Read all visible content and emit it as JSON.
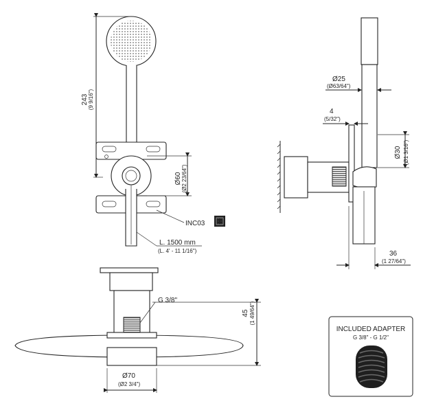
{
  "dimensions": {
    "height_mm": "243",
    "height_in": "(9 9/16\")",
    "diameter60_mm": "Ø60",
    "diameter60_in": "(Ø2 23/64\")",
    "hose_mm": "L. 1500 mm",
    "hose_in": "(L. 4' - 11 1/16\")",
    "code": "INC03",
    "diameter25_mm": "Ø25",
    "diameter25_in": "(Ø63/64\")",
    "offset4_mm": "4",
    "offset4_in": "(5/32\")",
    "diameter30_mm": "Ø30",
    "diameter30_in": "(Ø1 3/16\")",
    "depth36_mm": "36",
    "depth36_in": "(1 27/64\")",
    "thread": "G 3/8\"",
    "height45_mm": "45",
    "height45_in": "(1 49/64\")",
    "diameter70_mm": "Ø70",
    "diameter70_in": "(Ø2 3/4\")"
  },
  "adapter": {
    "title": "INCLUDED ADAPTER",
    "spec": "G 3/8\" - G 1/2\""
  }
}
